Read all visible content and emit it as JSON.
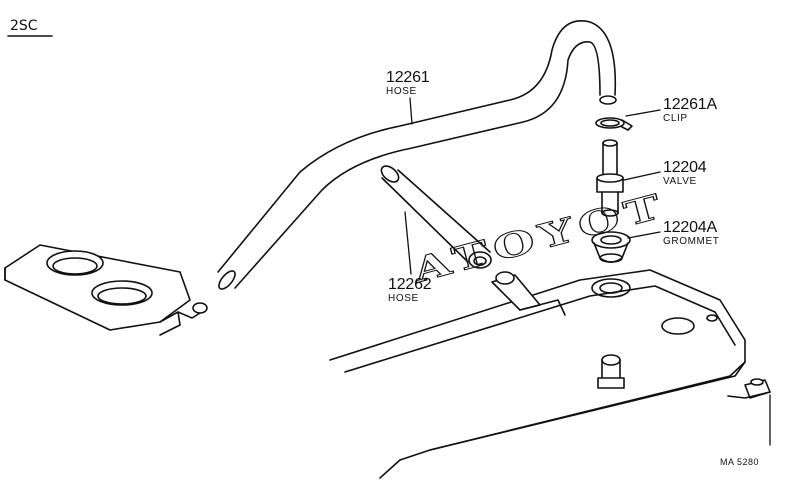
{
  "engine": {
    "code": "2SC"
  },
  "parts": [
    {
      "number": "12261",
      "name": "HOSE"
    },
    {
      "number": "12262",
      "name": "HOSE"
    },
    {
      "number": "12261A",
      "name": "CLIP"
    },
    {
      "number": "12204",
      "name": "VALVE"
    },
    {
      "number": "12204A",
      "name": "GROMMET"
    }
  ],
  "cover": {
    "brand_text": "TOYOTA"
  },
  "footer": {
    "drawing_code": "MA  5280"
  }
}
